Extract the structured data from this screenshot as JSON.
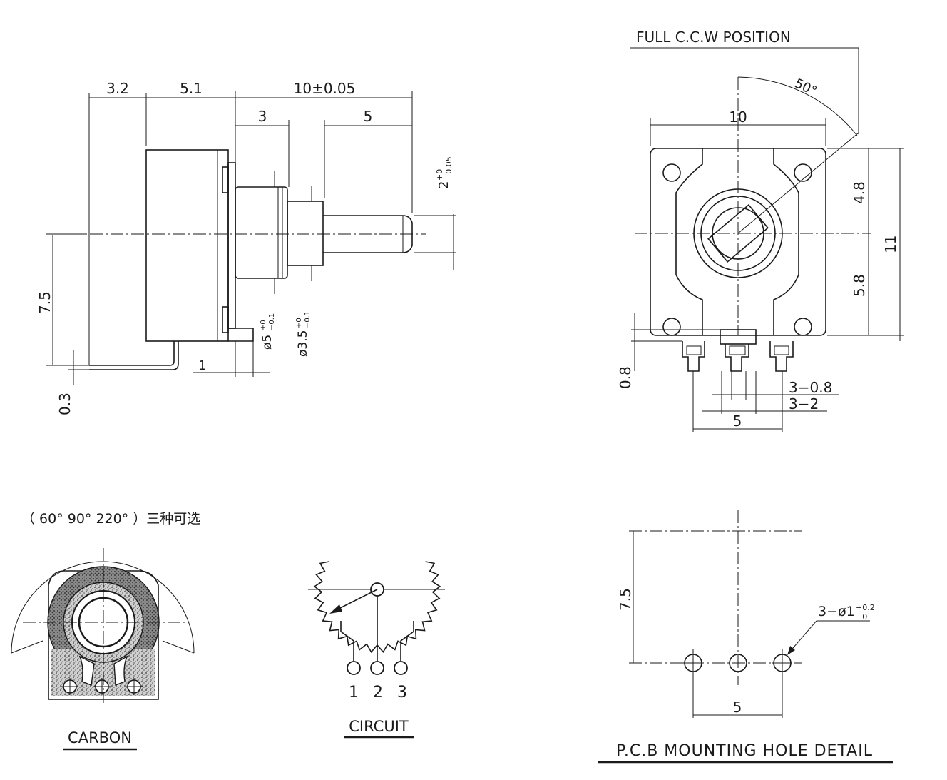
{
  "side_view": {
    "dim_3_2": "3.2",
    "dim_5_1": "5.1",
    "dim_10": "10±0.05",
    "dim_3": "3",
    "dim_5": "5",
    "dim_7_5": "7.5",
    "dim_0_3": "0.3",
    "dim_1": "1",
    "dim_2_base": "2",
    "dim_2_tol_up": "+0",
    "dim_2_tol_down": "−0.05",
    "dia_5": "ø5",
    "dia_5_tol_up": "+0",
    "dia_5_tol_down": "−0.1",
    "dia_3_5": "ø3.5",
    "dia_3_5_tol_up": "+0",
    "dia_3_5_tol_down": "−0.1"
  },
  "front_view": {
    "position_label": "FULL   C.C.W POSITION",
    "angle": "50°",
    "dim_10": "10",
    "dim_4_8": "4.8",
    "dim_5_8": "5.8",
    "dim_11": "11",
    "dim_0_8": "0.8",
    "dim_3_0_8": "3−0.8",
    "dim_3_2": "3−2",
    "dim_5": "5"
  },
  "carbon_view": {
    "angles_note": "（ 60°   90°   220°  ）三种可选",
    "label": "CARBON"
  },
  "circuit_view": {
    "pin1": "1",
    "pin2": "2",
    "pin3": "3",
    "label": "CIRCUIT"
  },
  "pcb_view": {
    "dim_7_5": "7.5",
    "dim_5": "5",
    "hole_note": "3−ø1",
    "hole_tol_up": "+0.2",
    "hole_tol_down": "−0",
    "label": "P.C.B  MOUNTING  HOLE  DETAIL"
  }
}
